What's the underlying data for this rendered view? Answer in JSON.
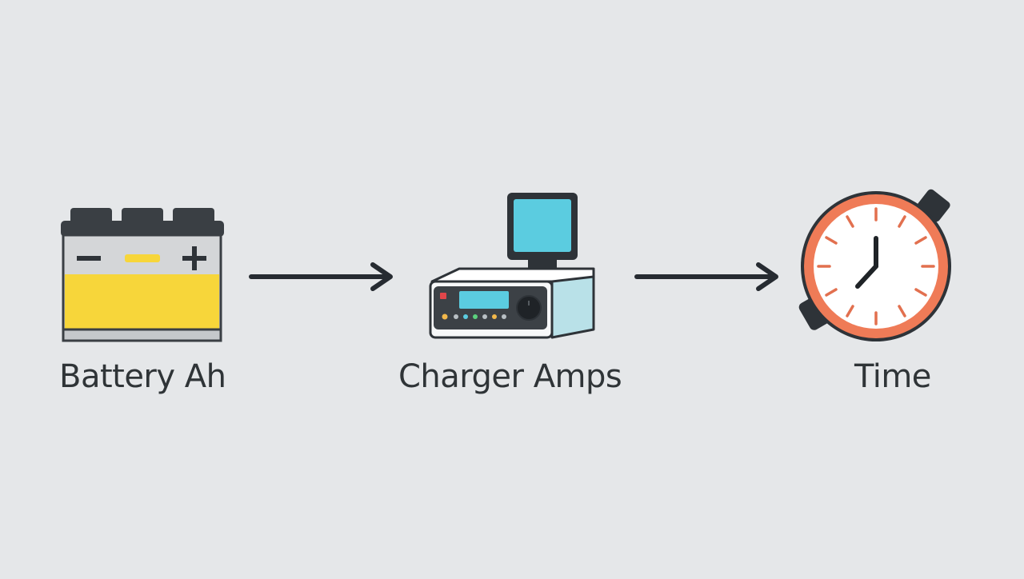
{
  "diagram": {
    "nodes": [
      {
        "id": "battery",
        "label": "Battery Ah",
        "icon": "battery-icon"
      },
      {
        "id": "charger",
        "label": "Charger Amps",
        "icon": "charger-icon"
      },
      {
        "id": "time",
        "label": "Time",
        "icon": "stopwatch-icon"
      }
    ],
    "edges": [
      {
        "from": "battery",
        "to": "charger"
      },
      {
        "from": "charger",
        "to": "time"
      }
    ]
  },
  "colors": {
    "background": "#e5e7e9",
    "battery_fill": "#f7d63a",
    "battery_top": "#3a3f44",
    "screen": "#5bcce0",
    "stopwatch_ring": "#ef7b57",
    "arrow": "#262b31"
  },
  "icons": {
    "battery": "battery-icon",
    "charger": "charger-icon",
    "stopwatch": "stopwatch-icon",
    "arrow": "arrow-right-icon"
  }
}
